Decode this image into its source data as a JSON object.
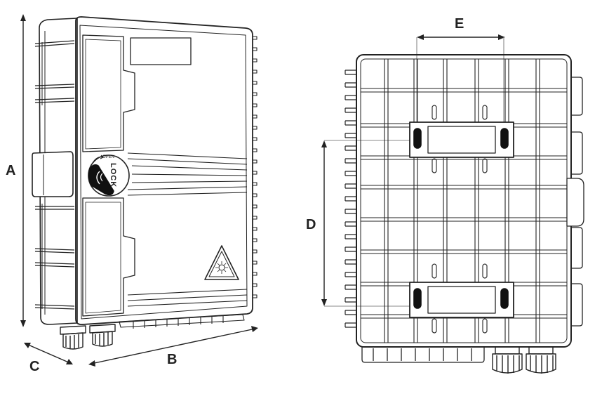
{
  "diagram": {
    "labels": {
      "a": "A",
      "b": "B",
      "c": "C",
      "d": "D",
      "e": "E"
    },
    "lock_text": "LOCK",
    "open_text": "OPEN",
    "colors": {
      "stroke": "#222222",
      "guide": "#888888",
      "background": "#ffffff",
      "lock_black": "#111111"
    },
    "icons": [
      "laser-warning-icon",
      "lock-knob-icon",
      "cable-gland-icon",
      "mounting-bracket-icon"
    ]
  }
}
